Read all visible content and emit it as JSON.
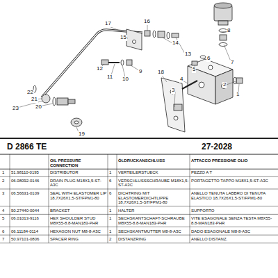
{
  "diagram": {
    "labels": [
      "17",
      "15",
      "16",
      "14",
      "13",
      "18",
      "12",
      "11",
      "10",
      "9",
      "8",
      "7",
      "6",
      "5",
      "4",
      "3",
      "2",
      "1",
      "22",
      "21",
      "20",
      "23",
      "19",
      "D 2866 TE",
      "27-2028",
      "OIL PRESSURE CONNECTION",
      "ÖLDRUCKANSCHLUSS",
      "ATTACCO PRESSIONE OLIO",
      "1",
      "51.98110-0195",
      "DISTRIBUTOR",
      "1",
      "VERTEILERSTUECK",
      "PEZZO A T",
      "2",
      "06.08092-0146",
      "DRAIN PLUG M18X1,5-ST-A3C",
      "6",
      "VERSCHLUSSSCHRAUBE M18X1,5-ST-A3C",
      "PORTAGETTO TAPPO M18X1,5-ST-A3C",
      "3",
      "06.56631-0109",
      "SEAL WITH ELASTOMER LIP 18,7X26X1,5-ST/FPM1-80",
      "6",
      "DICHTRING MIT ELASTOMERDICHTLIPPE 18,7X26X1,5-ST/FPM1-80",
      "ANELLO TENUTA LABBRO DI TENUTA ELASTICO 18,7X26X1,5-ST/FPM1-80",
      "4",
      "50.27440-0044",
      "BRACKET",
      "1",
      "HALTER",
      "SUPPORTO",
      "5",
      "06.01013-9116",
      "HEX SHOULDER STUD M8X55-8.8-MAN183-PHR",
      "1",
      "SECHSKANTSCHAFT-SCHRAUBE M8X55-8.8-MAN183-PHR",
      "VITE ESAGONALE SENZA TESTA M8X55-8.8-MAN183-PHR",
      "6",
      "06.11184-0114",
      "HEXAGON NUT M8-8-A3C",
      "1",
      "SECHSKANTMUTTER M8-8-A3C",
      "DADO ESAGONALE M8-8-A3C",
      "7",
      "50.97101-0806",
      "SPACER RING",
      "2",
      "DISTANZRING",
      "ANELLO DISTANZ."
    ]
  }
}
